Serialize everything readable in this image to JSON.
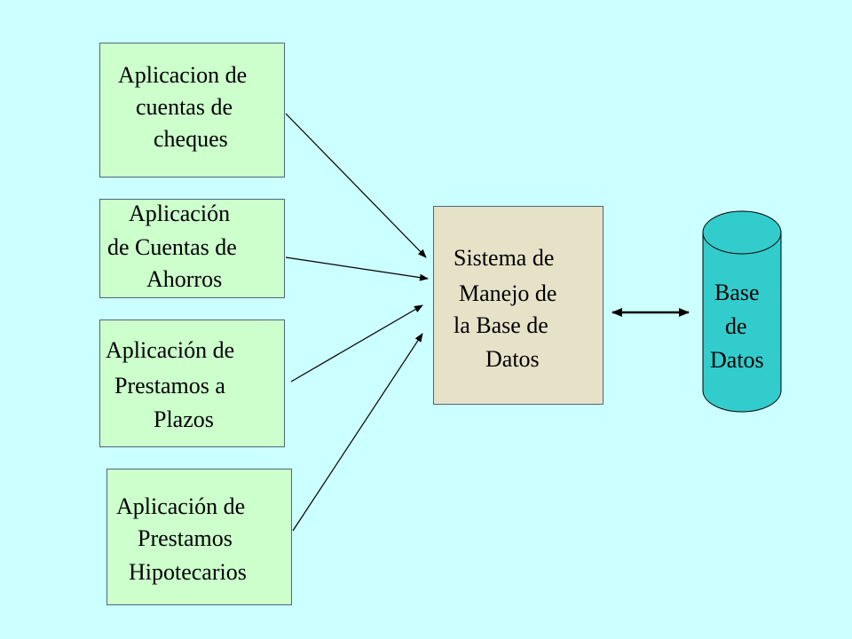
{
  "apps": [
    {
      "lines": [
        "Aplicacion de",
        "cuentas de",
        "cheques"
      ]
    },
    {
      "lines": [
        "Aplicación",
        "de Cuentas de",
        "Ahorros"
      ]
    },
    {
      "lines": [
        "Aplicación de",
        "Prestamos a",
        "Plazos"
      ]
    },
    {
      "lines": [
        "Aplicación de",
        "Prestamos",
        "Hipotecarios"
      ]
    }
  ],
  "dbms": {
    "lines": [
      "Sistema de",
      "Manejo de",
      "la Base de",
      "Datos"
    ]
  },
  "database": {
    "lines": [
      "Base",
      "de",
      "Datos"
    ]
  },
  "colors": {
    "background": "#ccffff",
    "app_fill": "#ccffcc",
    "dbms_fill": "#e6e2c8",
    "cylinder_fill": "#33cccc",
    "border": "#4d6680"
  }
}
